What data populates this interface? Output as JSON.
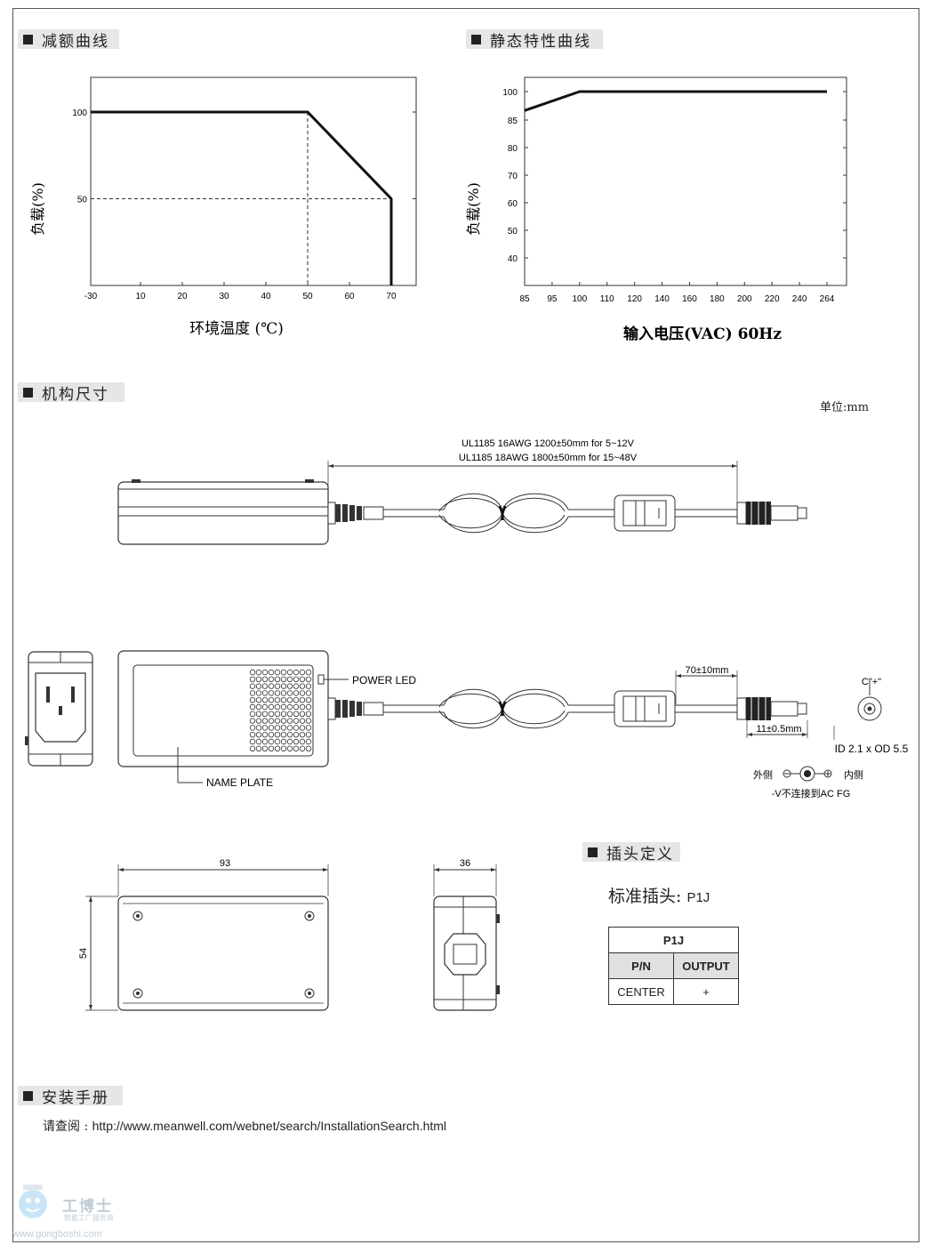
{
  "sections": {
    "derating": "减额曲线",
    "static": "静态特性曲线",
    "mechanical": "机构尺寸",
    "plug": "插头定义",
    "manual": "安装手册"
  },
  "chart_data": [
    {
      "type": "line",
      "title": "",
      "xlabel": "环境温度 (℃)",
      "ylabel": "负载(%)",
      "x_ticks": [
        "-30",
        "10",
        "20",
        "30",
        "40",
        "50",
        "60",
        "70"
      ],
      "y_ticks": [
        "100",
        "50"
      ],
      "xlim": [
        -30,
        75
      ],
      "ylim": [
        0,
        120
      ],
      "series": [
        {
          "x": [
            -30,
            50,
            70,
            70
          ],
          "y": [
            100,
            100,
            50,
            0
          ]
        }
      ],
      "grid": false
    },
    {
      "type": "line",
      "title": "",
      "xlabel": "输入电压(VAC) 60Hz",
      "ylabel": "负载(%)",
      "x_ticks": [
        "85",
        "95",
        "100",
        "110",
        "120",
        "140",
        "160",
        "180",
        "200",
        "220",
        "240",
        "264"
      ],
      "y_ticks": [
        "100",
        "85",
        "80",
        "70",
        "60",
        "50",
        "40"
      ],
      "series": [
        {
          "x": [
            "85",
            "100",
            "264"
          ],
          "y": [
            90,
            100,
            100
          ]
        }
      ],
      "grid": false
    }
  ],
  "mechanical": {
    "unit": "单位:mm",
    "cable_spec_1": "UL1185 16AWG 1200±50mm for 5~12V",
    "cable_spec_2": "UL1185 18AWG 1800±50mm for 15~48V",
    "power_led": "POWER LED",
    "name_plate": "NAME PLATE",
    "dim_70": "70±10mm",
    "dim_11": "11±0.5mm",
    "c_plus": "C\"+\"",
    "id_od": "ID 2.1 x OD 5.5",
    "outer": "外侧",
    "inner": "内侧",
    "fg_note": "-V不连接到AC FG",
    "dim_93": "93",
    "dim_54": "54",
    "dim_36": "36"
  },
  "plug": {
    "standard_label": "标准插头:",
    "standard_value": "P1J",
    "table_title": "P1J",
    "col_pin": "P/N",
    "col_output": "OUTPUT",
    "row_pin": "CENTER",
    "row_output": "+"
  },
  "manual": {
    "label": "请查阅 :",
    "url": "http://www.meanwell.com/webnet/search/InstallationSearch.html"
  },
  "watermark": {
    "brand": "工博士",
    "sub": "智能工厂服务商",
    "site": "www.gongboshi.com"
  }
}
